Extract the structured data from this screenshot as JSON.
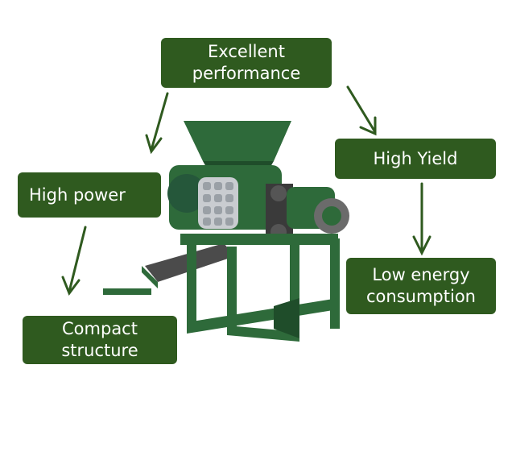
{
  "labels": {
    "excellent": [
      "Excellent",
      "performance"
    ],
    "high_yield": "High Yield",
    "high_power": "High power",
    "low_energy": [
      "Low energy",
      "consumption"
    ],
    "compact": [
      "Compact",
      "structure"
    ]
  },
  "colors": {
    "label_bg": "#2f5a1f",
    "label_text": "#ffffff",
    "arrow": "#2f5a1f",
    "machine_green": "#2e6a3a",
    "machine_dark": "#1f4d2a",
    "roller": "#c9ccd0",
    "metal": "#6b6b6b"
  },
  "image_subject": "briquette press machine"
}
